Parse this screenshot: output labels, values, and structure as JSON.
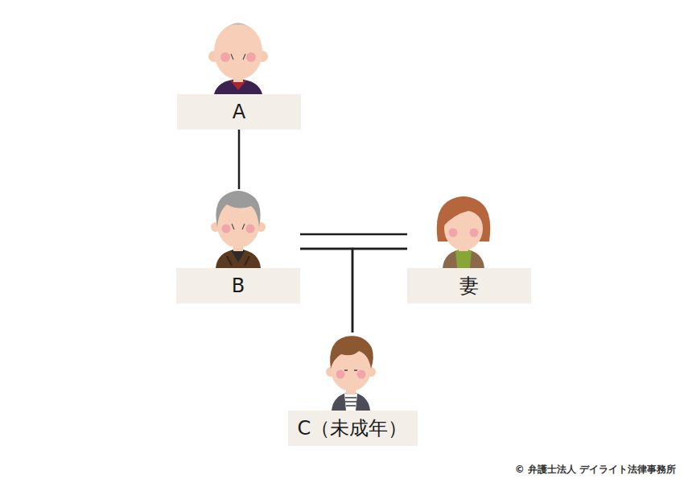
{
  "diagram": {
    "nodes": [
      {
        "text": [
          "A"
        ]
      },
      {
        "text": [
          "B"
        ]
      },
      {
        "text": [
          "妻"
        ]
      },
      {
        "text": [
          "C（未成年）"
        ]
      }
    ],
    "edges": [
      {
        "from": 0,
        "to": 1,
        "arrow": "none"
      },
      {
        "from": 1,
        "to": 2,
        "arrow": "none"
      },
      {
        "from": 1,
        "to": 3,
        "arrow": "none"
      },
      {
        "from": 2,
        "to": 3,
        "arrow": "none"
      }
    ],
    "labels": [
      "© 弁護士法人 デイライト法律事務所"
    ]
  }
}
